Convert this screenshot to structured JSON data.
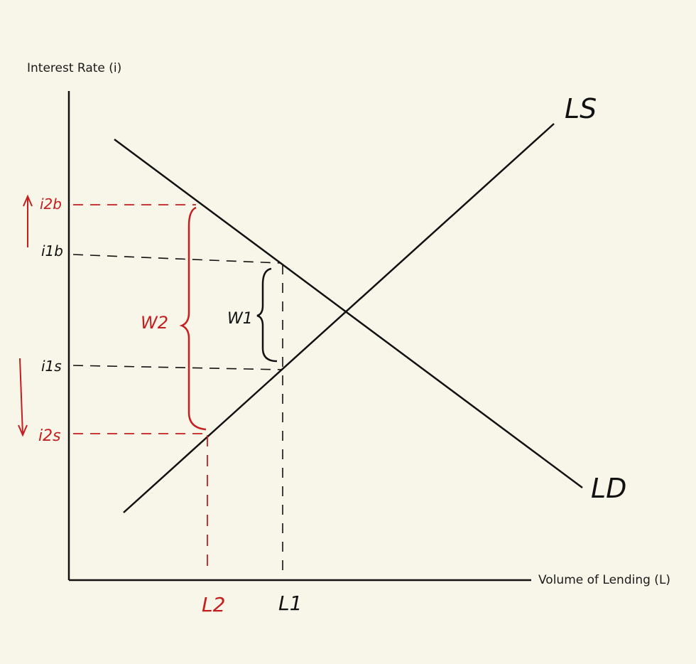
{
  "axes": {
    "y_title": "Interest Rate (i)",
    "x_title": "Volume of Lending (L)"
  },
  "curves": {
    "supply_label": "LS",
    "demand_label": "LD"
  },
  "annotations": {
    "w1": "W1",
    "w2": "W2",
    "i1b": "i1b",
    "i2b": "i2b",
    "i1s": "i1s",
    "i2s": "i2s",
    "L1": "L1",
    "L2": "L2"
  },
  "colors": {
    "ink": "#111111",
    "red": "#c41e1e",
    "background": "#f8f5e9"
  }
}
